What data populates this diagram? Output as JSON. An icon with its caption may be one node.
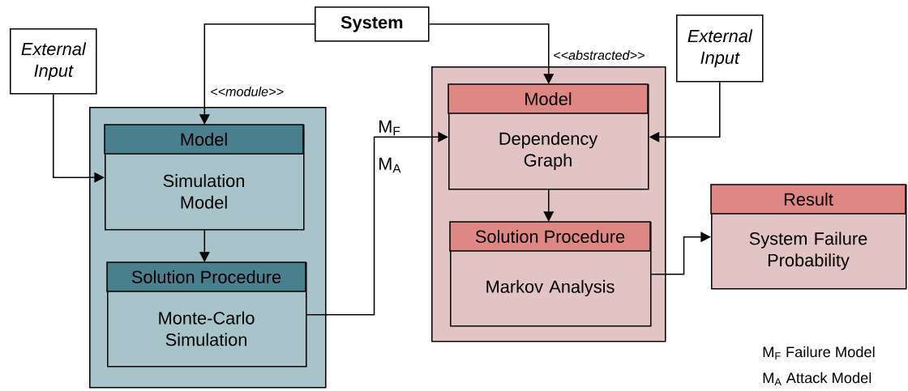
{
  "diagram": {
    "nodes": [
      {
        "text": [
          "System"
        ]
      },
      {
        "text": [
          "External Input"
        ]
      },
      {
        "text": [],
        "shape": "box"
      },
      {
        "text": [
          "Model",
          "Simulation Model"
        ],
        "in": 2
      },
      {
        "text": [
          "Solution Procedure",
          "Monte-Carlo Simulation"
        ],
        "in": 2
      },
      {
        "text": [],
        "shape": "box"
      },
      {
        "text": [
          "Model",
          "Dependency Graph"
        ],
        "in": 5
      },
      {
        "text": [
          "External Input"
        ]
      },
      {
        "text": [
          "Solution Procedure",
          "Markov Analysis"
        ],
        "in": 5
      },
      {
        "text": [
          "Result",
          "System Failure Probability"
        ]
      }
    ],
    "edges": [
      {
        "from": 0,
        "to": 3,
        "arrow": "to",
        "label": "<<module>>"
      },
      {
        "from": 0,
        "to": 6,
        "arrow": "to",
        "label": "<<abstracted>>"
      },
      {
        "from": 1,
        "to": 3,
        "arrow": "to"
      },
      {
        "from": 3,
        "to": 4,
        "arrow": "to"
      },
      {
        "from": 4,
        "to": 6,
        "arrow": "to"
      },
      {
        "from": 7,
        "to": 6,
        "arrow": "to"
      },
      {
        "from": 6,
        "to": 8,
        "arrow": "to"
      },
      {
        "from": 8,
        "to": 9,
        "arrow": "to"
      }
    ],
    "labels": [
      "M$_{F}$",
      "M$_{A}$",
      "M$_{F}$ Failure Model",
      "M$_{A}$ Attack Model"
    ]
  }
}
